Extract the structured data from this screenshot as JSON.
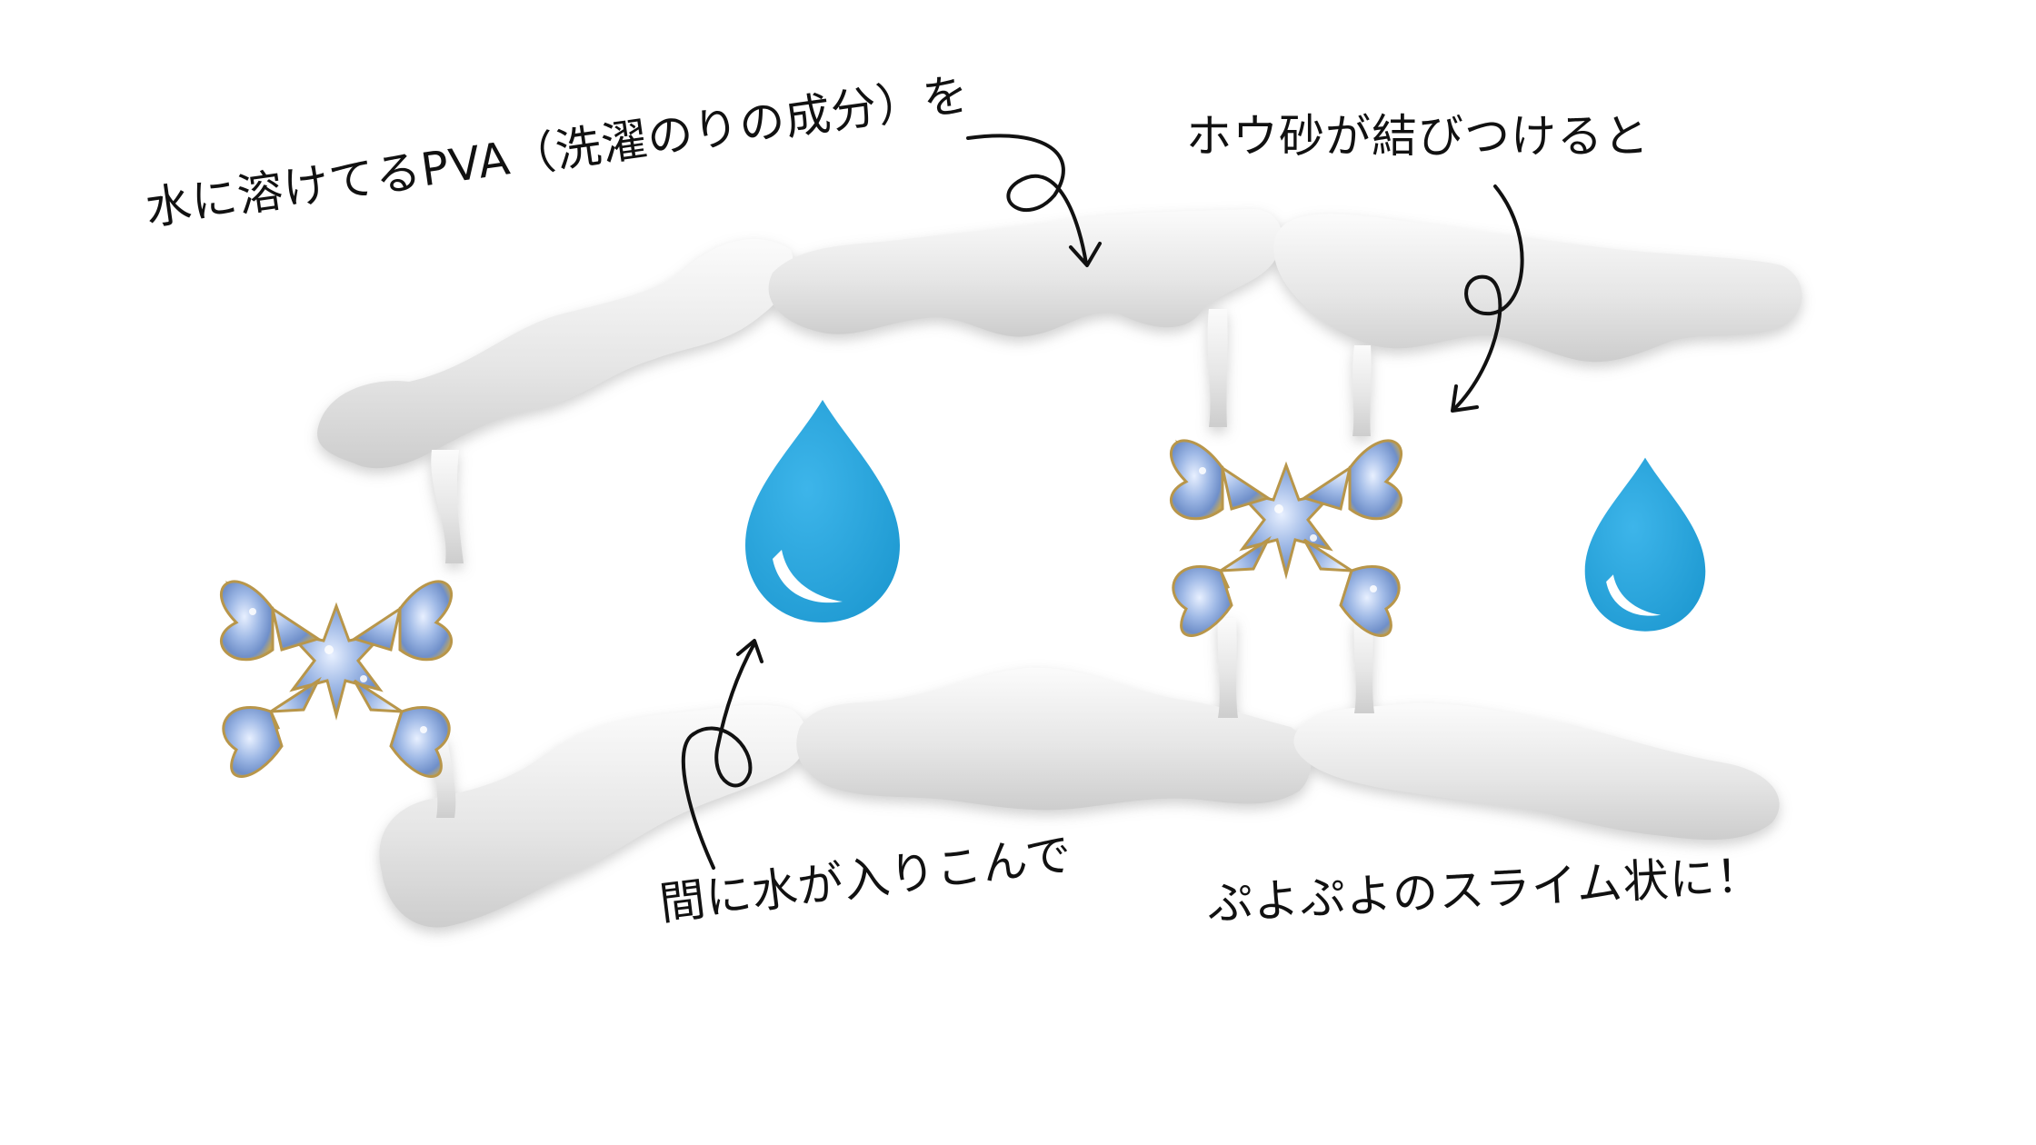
{
  "labels": {
    "pva": "水に溶けてるPVA（洗濯のりの成分）を",
    "borax": "ホウ砂が結びつけると",
    "water": "間に水が入りこんで",
    "slime": "ぷよぷよのスライム状に！"
  },
  "colors": {
    "background": "#ffffff",
    "polymer": "#e9e9e9",
    "polymer_shadow": "#cfcfcf",
    "water_drop": "#29a8e0",
    "crystal": "#a9c3e8",
    "crystal_edge": "#c8a24a",
    "text": "#111111",
    "arrow": "#111111"
  },
  "icons": [
    "polymer-chain",
    "water-drop-icon",
    "borax-crystal-icon",
    "curly-arrow-icon"
  ]
}
